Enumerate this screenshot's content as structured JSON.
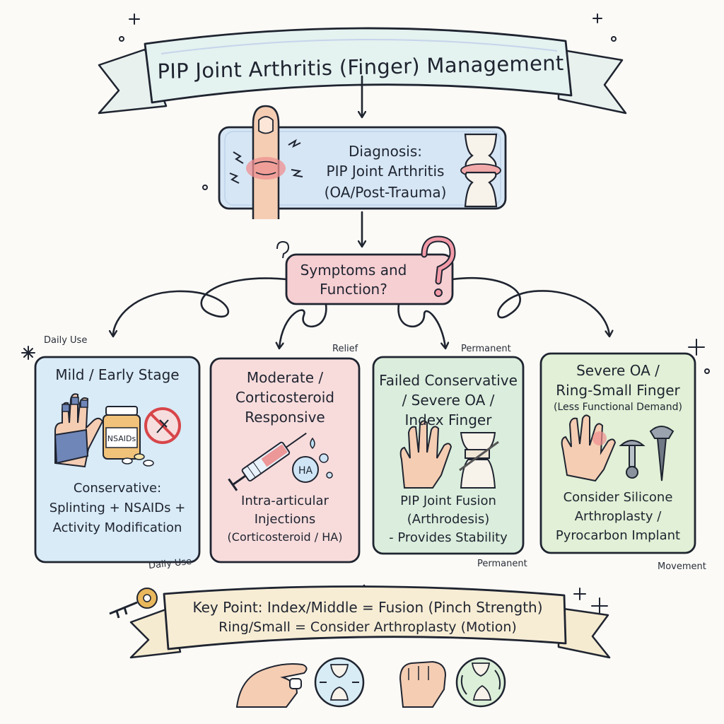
{
  "title": "PIP Joint Arthritis (Finger) Management",
  "diagnosis": {
    "line1": "Diagnosis:",
    "line2": "PIP Joint Arthritis",
    "line3": "(OA/Post-Trauma)"
  },
  "decision": {
    "line1": "Symptoms and",
    "line2": "Function?"
  },
  "branches": [
    {
      "heading": [
        "Mild / Early Stage"
      ],
      "body": [
        "Conservative:",
        "Splinting + NSAIDs +",
        "Activity Modification"
      ],
      "bottle_label": "NSAIDs",
      "tag_top": "Daily Use",
      "tag_bottom": "Daily Use",
      "color": "#dcecf7"
    },
    {
      "heading": [
        "Moderate /",
        "Corticosteroid",
        "Responsive"
      ],
      "body": [
        "Intra-articular",
        "Injections",
        "(Corticosteroid / HA)"
      ],
      "drop_label": "HA",
      "tag_top": "Relief",
      "color": "#f9dede"
    },
    {
      "heading": [
        "Failed Conservative",
        "/ Severe OA /",
        "Index Finger"
      ],
      "body": [
        "PIP Joint Fusion",
        "(Arthrodesis)",
        "- Provides Stability"
      ],
      "tag_top": "Permanent",
      "tag_bottom": "Permanent",
      "color": "#deefe0"
    },
    {
      "heading": [
        "Severe OA /",
        "Ring-Small Finger"
      ],
      "subheading": "(Less Functional Demand)",
      "body": [
        "Consider Silicone",
        "Arthroplasty /",
        "Pyrocarbon Implant"
      ],
      "tag_bottom": "Movement",
      "color": "#e3f0da"
    }
  ],
  "key_point": {
    "line1": "Key Point: Index/Middle = Fusion (Pinch Strength)",
    "line2": "Ring/Small = Consider Arthroplasty (Motion)"
  },
  "icons": [
    "finger-pain-icon",
    "knee-joint-icon",
    "question-mark-icon",
    "splint-hand-icon",
    "pill-bottle-icon",
    "no-activity-icon",
    "syringe-icon",
    "hand-icon",
    "fused-joint-icon",
    "implant-icon",
    "key-icon",
    "pinch-hand-icon",
    "joint-compress-icon",
    "fist-icon",
    "joint-rotate-icon"
  ],
  "colors": {
    "outline": "#1f2430",
    "ribbon": "#e7f2f0",
    "diagnosis_fill": "#d9e8f6",
    "decision_fill": "#f7cfd3",
    "key_ribbon": "#f6ecd2",
    "key_gold": "#e6b65a"
  }
}
